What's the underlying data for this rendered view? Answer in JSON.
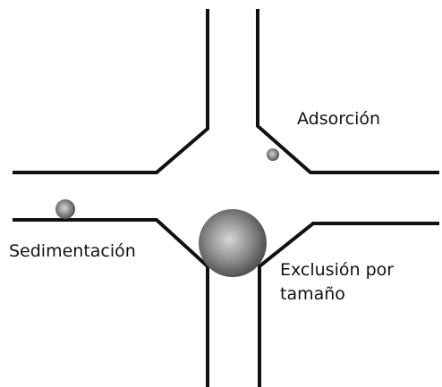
{
  "labels": {
    "adsorption": "Adsorción",
    "sedimentation": "Sedimentación",
    "size_exclusion_line1": "Exclusión por",
    "size_exclusion_line2": "tamaño"
  },
  "colors": {
    "wall": "#111111",
    "particle_light": "#d6d6d6",
    "particle_dark": "#444444",
    "background": "#ffffff"
  }
}
